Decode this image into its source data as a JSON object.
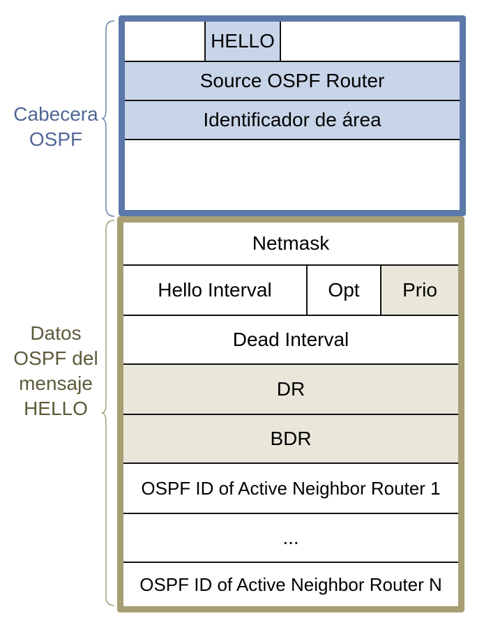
{
  "side_labels": {
    "header": [
      "Cabecera",
      "OSPF"
    ],
    "data": [
      "Datos",
      "OSPF del",
      "mensaje",
      "HELLO"
    ]
  },
  "header_box": {
    "type_label": "HELLO",
    "rows": [
      "Source OSPF Router",
      "Identificador de área"
    ]
  },
  "data_box": {
    "netmask": "Netmask",
    "hello_interval": "Hello Interval",
    "opt": "Opt",
    "prio": "Prio",
    "dead_interval": "Dead Interval",
    "dr": "DR",
    "bdr": "BDR",
    "neighbor_1": "OSPF ID of Active Neighbor Router 1",
    "ellipsis": "...",
    "neighbor_n": "OSPF ID of Active Neighbor Router N"
  },
  "colors": {
    "header_border": "#5b78a8",
    "header_fill": "#c8d5e9",
    "data_border": "#a79e74",
    "data_fill": "#e9e7da",
    "header_label": "#4f6796",
    "data_label": "#5c5a3a"
  }
}
